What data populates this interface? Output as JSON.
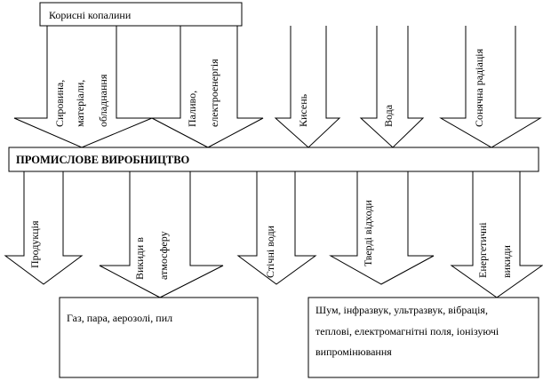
{
  "source_box": {
    "label": "Корисні копалини"
  },
  "main_box": {
    "label": "ПРОМИСЛОВЕ  ВИРОБНИЦТВО"
  },
  "inputs": [
    {
      "lines": [
        "Сировина,",
        "матеріали,",
        "обладнання"
      ]
    },
    {
      "lines": [
        "Паливо,",
        "електроенергія"
      ]
    },
    {
      "lines": [
        "Кисень"
      ]
    },
    {
      "lines": [
        "Вода"
      ]
    },
    {
      "lines": [
        "Сонячна радіація"
      ]
    }
  ],
  "outputs": [
    {
      "lines": [
        "Продукція"
      ]
    },
    {
      "lines": [
        "Викиди в",
        "атмосферу"
      ]
    },
    {
      "lines": [
        "Стічні води"
      ]
    },
    {
      "lines": [
        "Тверді відходи"
      ]
    },
    {
      "lines": [
        "Енергетичні",
        "викиди"
      ]
    }
  ],
  "emissions_box": {
    "lines": [
      "Газ, пара, аерозолі, пил"
    ]
  },
  "energy_box": {
    "lines": [
      "Шум, інфразвук, ультразвук, вібрація,",
      "теплові,  електромагнітні  поля, іонізуючі",
      "випромінювання"
    ]
  }
}
